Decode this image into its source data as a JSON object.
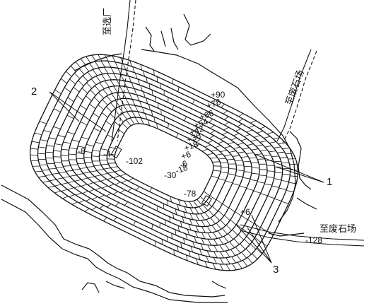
{
  "diagram": {
    "callout_numbers": [
      "1",
      "2",
      "3"
    ],
    "road_labels": {
      "to_mill": "至选厂",
      "to_waste_dump_top": "至废石场",
      "to_waste_dump_right": "至废石场"
    },
    "elevation_labels": {
      "e90": "+90",
      "e78": "+78",
      "e66": "+66",
      "e54": "+54",
      "e42": "+42",
      "e30": "+30",
      "e18": "+18",
      "e6": "+6",
      "e6b": "+6",
      "em6": "-6",
      "em18": "-18",
      "em30": "-30",
      "em78": "-78",
      "em102": "-102",
      "em4": "-4",
      "em8": "-8",
      "em128": "-128"
    }
  }
}
